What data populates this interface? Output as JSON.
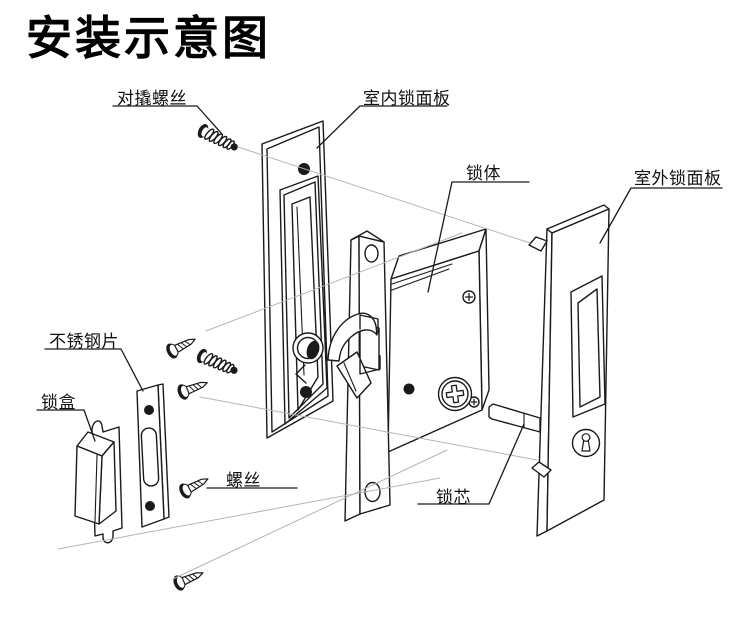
{
  "title": "安装示意图",
  "labels": {
    "anti_pry_screw": "对撬螺丝",
    "indoor_panel": "室内锁面板",
    "lock_body": "锁体",
    "outdoor_panel": "室外锁面板",
    "stainless_steel_plate": "不锈钢片",
    "lock_box": "锁盒",
    "screw": "螺丝",
    "lock_cylinder": "锁芯"
  },
  "colors": {
    "line": "#1a1a1a",
    "guide_line": "#b5b5b5",
    "background": "#ffffff",
    "label_text": "#111111"
  }
}
